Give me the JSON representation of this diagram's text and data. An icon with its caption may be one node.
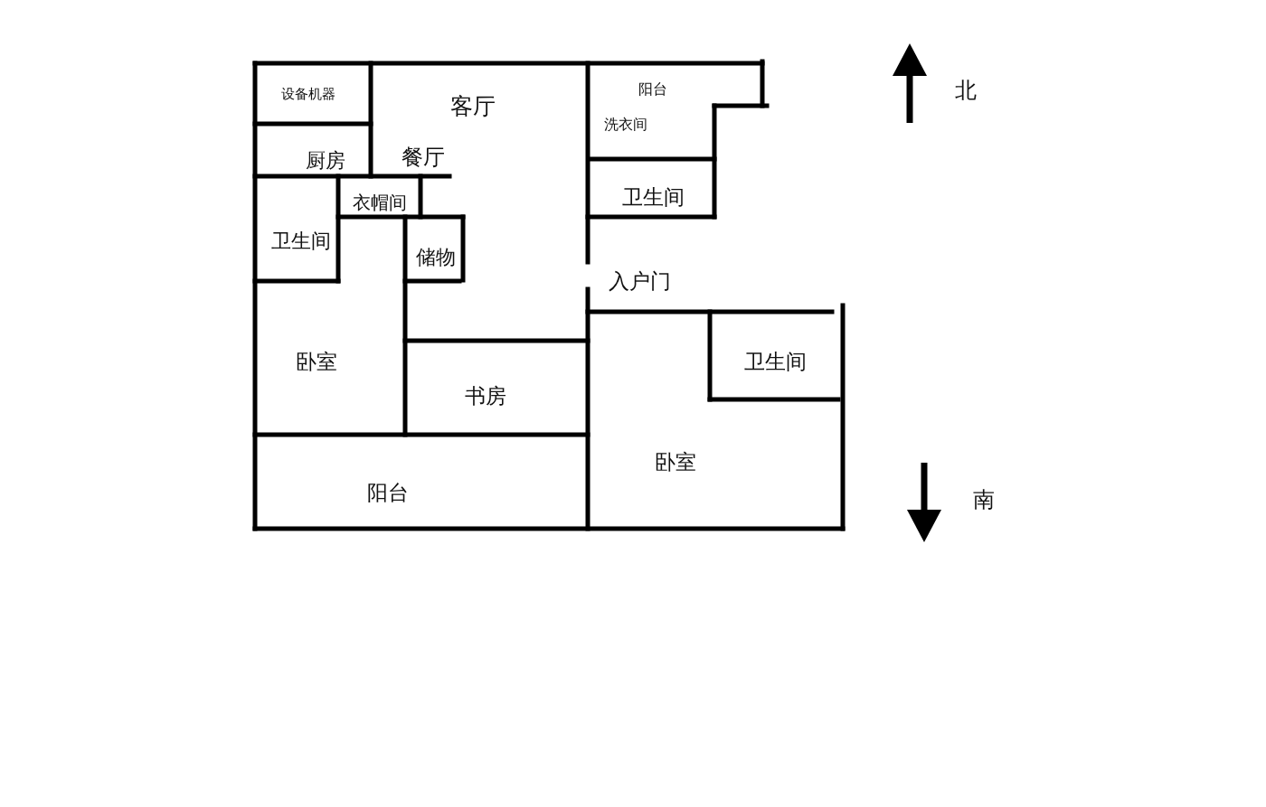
{
  "diagram": {
    "labels": [
      "设备机器",
      "客厅",
      "阳台",
      "洗衣间",
      "厨房",
      "餐厅",
      "卫生间",
      "衣帽间",
      "卫生间",
      "储物",
      "入户门",
      "卫生间",
      "卧室",
      "书房",
      "卧室",
      "阳台",
      "北",
      "南"
    ]
  }
}
